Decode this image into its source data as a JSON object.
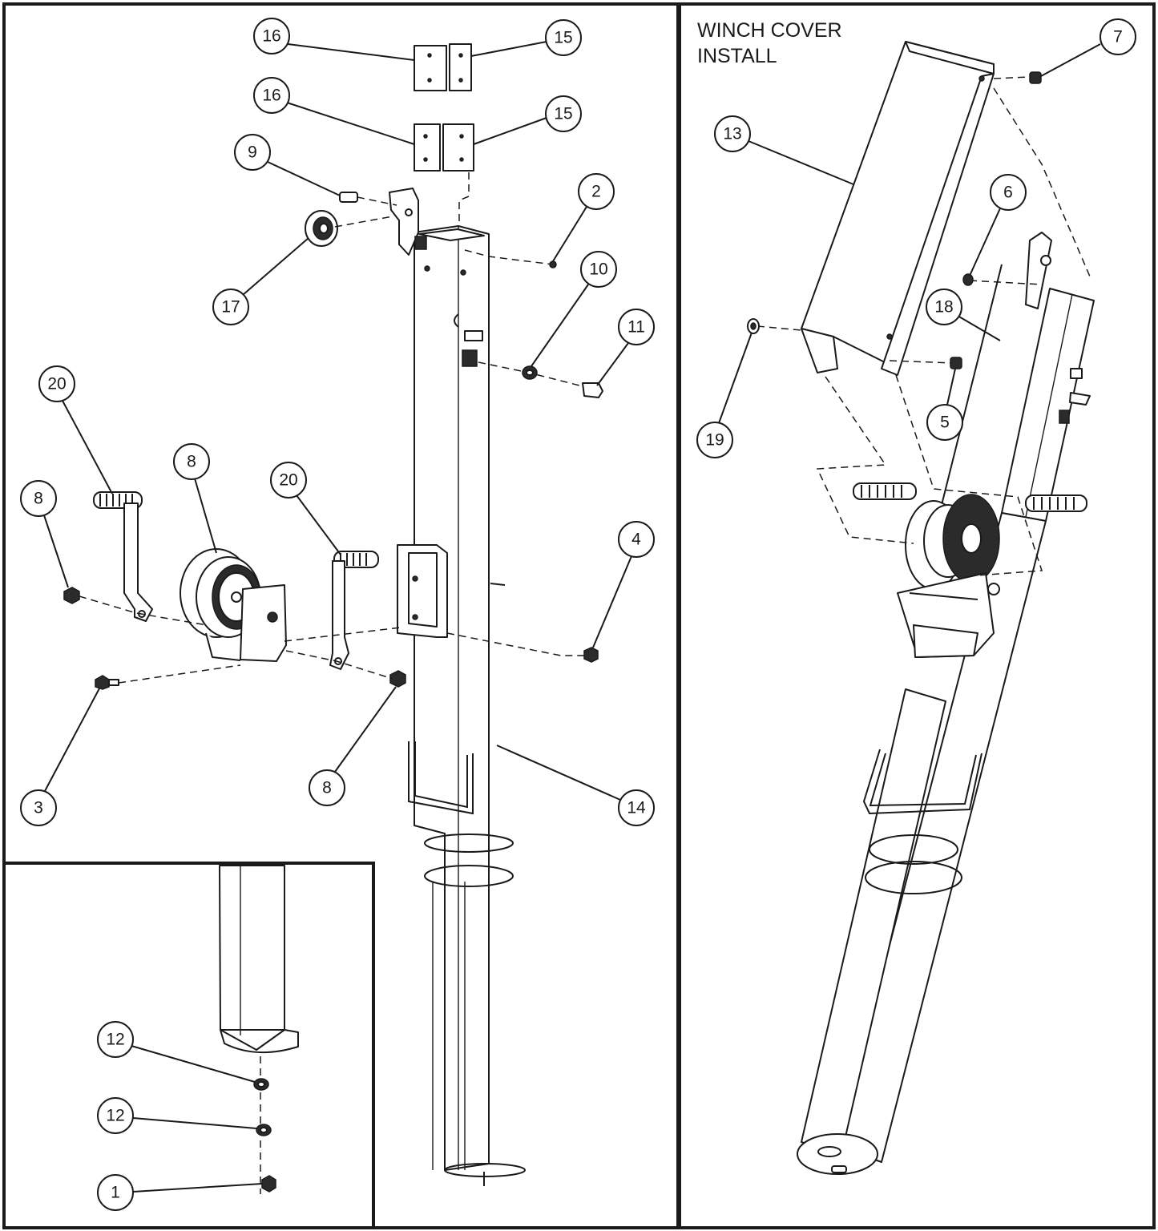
{
  "title": {
    "line1": "WINCH COVER",
    "line2": "INSTALL"
  },
  "callouts": {
    "c16a": "16",
    "c15a": "15",
    "c16b": "16",
    "c15b": "15",
    "c9": "9",
    "c2": "2",
    "c17": "17",
    "c10": "10",
    "c11": "11",
    "c20a": "20",
    "c8a": "8",
    "c8b": "8",
    "c20b": "20",
    "c4": "4",
    "c3": "3",
    "c8c": "8",
    "c14": "14",
    "c12a": "12",
    "c12b": "12",
    "c1": "1",
    "c7": "7",
    "c13": "13",
    "c6": "6",
    "c18": "18",
    "c19": "19",
    "c5": "5"
  }
}
